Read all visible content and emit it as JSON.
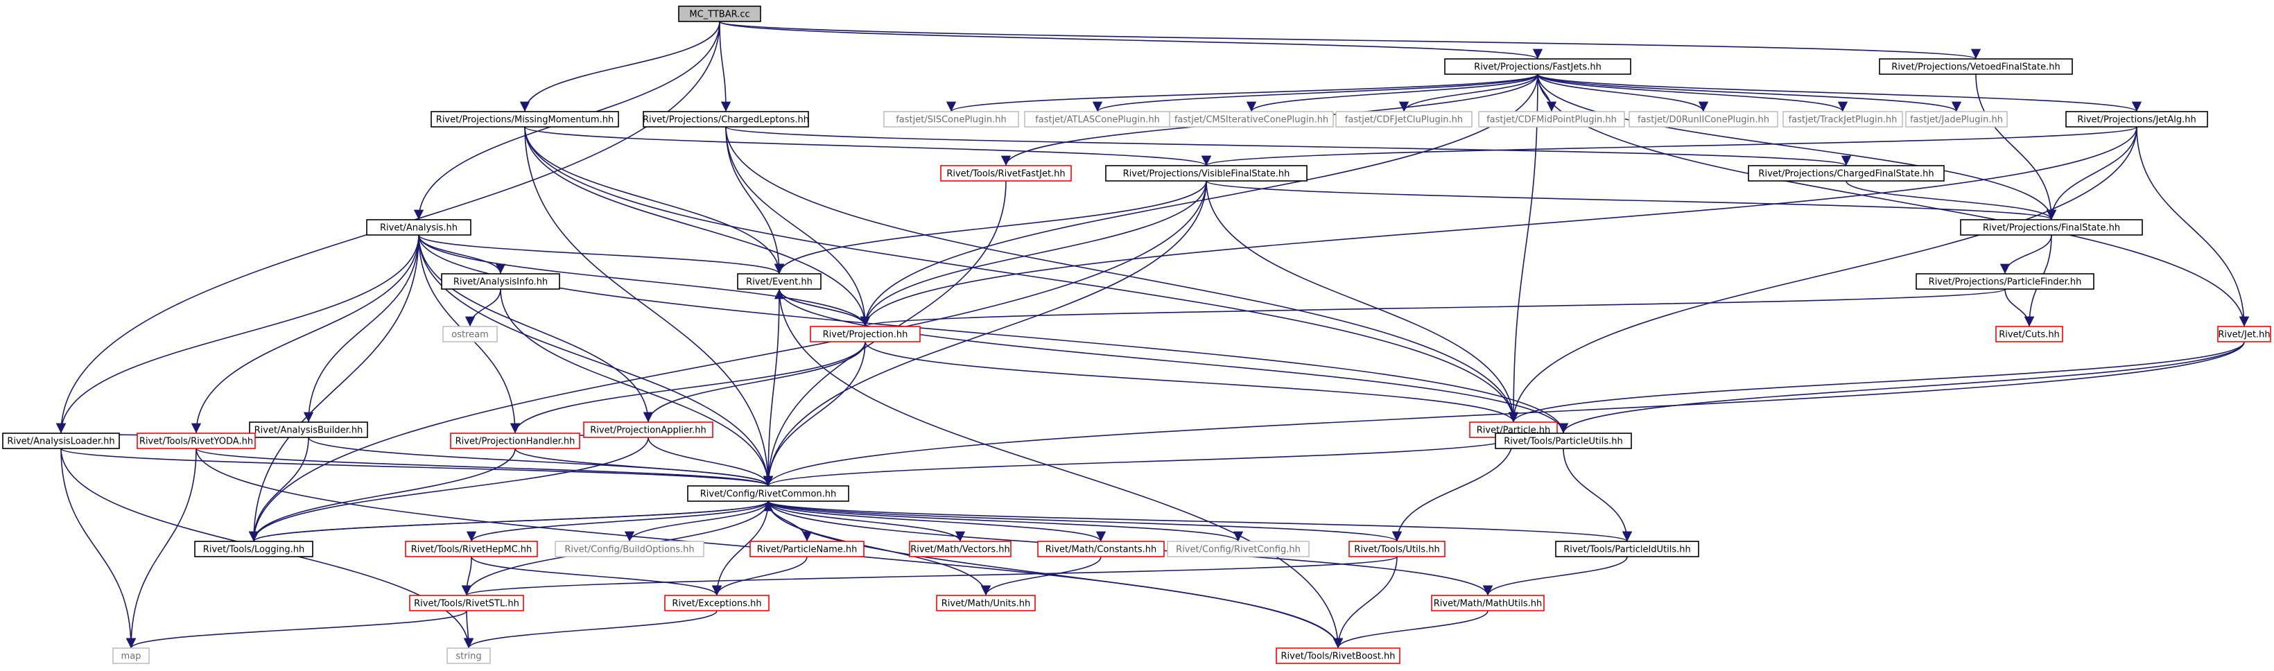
{
  "colors": {
    "edge": "#191970",
    "root_fill": "#bfbfbf",
    "documented": "#000000",
    "incomplete": "#ff0000",
    "system": "#bfbfbf"
  },
  "nodes": [
    {
      "id": "root",
      "label": "MC_TTBAR.cc",
      "kind": "root"
    },
    {
      "id": "fastjets",
      "label": "Rivet/Projections/FastJets.hh",
      "kind": "black"
    },
    {
      "id": "vetoed",
      "label": "Rivet/Projections/VetoedFinalState.hh",
      "kind": "black"
    },
    {
      "id": "missing",
      "label": "Rivet/Projections/MissingMomentum.hh",
      "kind": "black"
    },
    {
      "id": "charged",
      "label": "Rivet/Projections/ChargedLeptons.hh",
      "kind": "black"
    },
    {
      "id": "sis",
      "label": "fastjet/SISConePlugin.hh",
      "kind": "gray"
    },
    {
      "id": "atlas",
      "label": "fastjet/ATLASConePlugin.hh",
      "kind": "gray"
    },
    {
      "id": "cms",
      "label": "fastjet/CMSIterativeConePlugin.hh",
      "kind": "gray"
    },
    {
      "id": "cdfclu",
      "label": "fastjet/CDFJetCluPlugin.hh",
      "kind": "gray"
    },
    {
      "id": "cdfmid",
      "label": "fastjet/CDFMidPointPlugin.hh",
      "kind": "gray"
    },
    {
      "id": "d0",
      "label": "fastjet/D0RunIIConePlugin.hh",
      "kind": "gray"
    },
    {
      "id": "track",
      "label": "fastjet/TrackJetPlugin.hh",
      "kind": "gray"
    },
    {
      "id": "jade",
      "label": "fastjet/JadePlugin.hh",
      "kind": "gray"
    },
    {
      "id": "jetalg",
      "label": "Rivet/Projections/JetAlg.hh",
      "kind": "black"
    },
    {
      "id": "rivetfastjet",
      "label": "Rivet/Tools/RivetFastJet.hh",
      "kind": "red"
    },
    {
      "id": "visible",
      "label": "Rivet/Projections/VisibleFinalState.hh",
      "kind": "black"
    },
    {
      "id": "chargedfs",
      "label": "Rivet/Projections/ChargedFinalState.hh",
      "kind": "black"
    },
    {
      "id": "analysis",
      "label": "Rivet/Analysis.hh",
      "kind": "black"
    },
    {
      "id": "finalstate",
      "label": "Rivet/Projections/FinalState.hh",
      "kind": "black"
    },
    {
      "id": "analysisinfo",
      "label": "Rivet/AnalysisInfo.hh",
      "kind": "black"
    },
    {
      "id": "event",
      "label": "Rivet/Event.hh",
      "kind": "black"
    },
    {
      "id": "particlefinder",
      "label": "Rivet/Projections/ParticleFinder.hh",
      "kind": "black"
    },
    {
      "id": "ostream",
      "label": "ostream",
      "kind": "gray"
    },
    {
      "id": "projection",
      "label": "Rivet/Projection.hh",
      "kind": "red"
    },
    {
      "id": "cuts",
      "label": "Rivet/Cuts.hh",
      "kind": "red"
    },
    {
      "id": "jet",
      "label": "Rivet/Jet.hh",
      "kind": "red"
    },
    {
      "id": "analysisbuilder",
      "label": "Rivet/AnalysisBuilder.hh",
      "kind": "black"
    },
    {
      "id": "projapplier",
      "label": "Rivet/ProjectionApplier.hh",
      "kind": "red"
    },
    {
      "id": "particle",
      "label": "Rivet/Particle.hh",
      "kind": "red"
    },
    {
      "id": "analysisloader",
      "label": "Rivet/AnalysisLoader.hh",
      "kind": "black"
    },
    {
      "id": "rivetyoda",
      "label": "Rivet/Tools/RivetYODA.hh",
      "kind": "red"
    },
    {
      "id": "projhandler",
      "label": "Rivet/ProjectionHandler.hh",
      "kind": "red"
    },
    {
      "id": "particleutils",
      "label": "Rivet/Tools/ParticleUtils.hh",
      "kind": "black"
    },
    {
      "id": "rivetcommon",
      "label": "Rivet/Config/RivetCommon.hh",
      "kind": "black"
    },
    {
      "id": "logging",
      "label": "Rivet/Tools/Logging.hh",
      "kind": "black"
    },
    {
      "id": "rivethepmc",
      "label": "Rivet/Tools/RivetHepMC.hh",
      "kind": "red"
    },
    {
      "id": "buildoptions",
      "label": "Rivet/Config/BuildOptions.hh",
      "kind": "gray"
    },
    {
      "id": "particlename",
      "label": "Rivet/ParticleName.hh",
      "kind": "red"
    },
    {
      "id": "vectors",
      "label": "Rivet/Math/Vectors.hh",
      "kind": "red"
    },
    {
      "id": "constants",
      "label": "Rivet/Math/Constants.hh",
      "kind": "red"
    },
    {
      "id": "rivetconfig",
      "label": "Rivet/Config/RivetConfig.hh",
      "kind": "gray"
    },
    {
      "id": "utils",
      "label": "Rivet/Tools/Utils.hh",
      "kind": "red"
    },
    {
      "id": "particleidutils",
      "label": "Rivet/Tools/ParticleIdUtils.hh",
      "kind": "black"
    },
    {
      "id": "rivetstl",
      "label": "Rivet/Tools/RivetSTL.hh",
      "kind": "red"
    },
    {
      "id": "exceptions",
      "label": "Rivet/Exceptions.hh",
      "kind": "red"
    },
    {
      "id": "units",
      "label": "Rivet/Math/Units.hh",
      "kind": "red"
    },
    {
      "id": "mathutils",
      "label": "Rivet/Math/MathUtils.hh",
      "kind": "red"
    },
    {
      "id": "map",
      "label": "map",
      "kind": "gray"
    },
    {
      "id": "string",
      "label": "string",
      "kind": "gray"
    },
    {
      "id": "rivetboost",
      "label": "Rivet/Tools/RivetBoost.hh",
      "kind": "red"
    }
  ],
  "edges": [
    [
      "root",
      "fastjets"
    ],
    [
      "root",
      "vetoed"
    ],
    [
      "root",
      "missing"
    ],
    [
      "root",
      "charged"
    ],
    [
      "root",
      "analysis"
    ],
    [
      "root",
      "analysisloader"
    ],
    [
      "fastjets",
      "sis"
    ],
    [
      "fastjets",
      "atlas"
    ],
    [
      "fastjets",
      "cms"
    ],
    [
      "fastjets",
      "cdfclu"
    ],
    [
      "fastjets",
      "cdfmid"
    ],
    [
      "fastjets",
      "d0"
    ],
    [
      "fastjets",
      "track"
    ],
    [
      "fastjets",
      "jade"
    ],
    [
      "fastjets",
      "jetalg"
    ],
    [
      "fastjets",
      "rivetfastjet"
    ],
    [
      "fastjets",
      "finalstate"
    ],
    [
      "fastjets",
      "projection"
    ],
    [
      "fastjets",
      "jet"
    ],
    [
      "fastjets",
      "particle"
    ],
    [
      "vetoed",
      "finalstate"
    ],
    [
      "missing",
      "visible"
    ],
    [
      "missing",
      "event"
    ],
    [
      "missing",
      "projection"
    ],
    [
      "missing",
      "rivetcommon"
    ],
    [
      "missing",
      "particle"
    ],
    [
      "charged",
      "chargedfs"
    ],
    [
      "charged",
      "event"
    ],
    [
      "charged",
      "projection"
    ],
    [
      "charged",
      "particle"
    ],
    [
      "jetalg",
      "visible"
    ],
    [
      "jetalg",
      "finalstate"
    ],
    [
      "jetalg",
      "jet"
    ],
    [
      "jetalg",
      "particle"
    ],
    [
      "jetalg",
      "projection"
    ],
    [
      "rivetfastjet",
      "rivetcommon"
    ],
    [
      "visible",
      "finalstate"
    ],
    [
      "visible",
      "event"
    ],
    [
      "visible",
      "projection"
    ],
    [
      "visible",
      "rivetcommon"
    ],
    [
      "visible",
      "particle"
    ],
    [
      "visible",
      "logging"
    ],
    [
      "chargedfs",
      "finalstate"
    ],
    [
      "finalstate",
      "particlefinder"
    ],
    [
      "finalstate",
      "cuts"
    ],
    [
      "particlefinder",
      "projection"
    ],
    [
      "particlefinder",
      "cuts"
    ],
    [
      "analysis",
      "analysisinfo"
    ],
    [
      "analysis",
      "event"
    ],
    [
      "analysis",
      "projection"
    ],
    [
      "analysis",
      "analysisbuilder"
    ],
    [
      "analysis",
      "projapplier"
    ],
    [
      "analysis",
      "analysisloader"
    ],
    [
      "analysis",
      "rivetyoda"
    ],
    [
      "analysis",
      "projhandler"
    ],
    [
      "analysis",
      "rivetcommon"
    ],
    [
      "analysis",
      "logging"
    ],
    [
      "analysis",
      "particleutils"
    ],
    [
      "analysisinfo",
      "ostream"
    ],
    [
      "analysisinfo",
      "rivetcommon"
    ],
    [
      "event",
      "projection"
    ],
    [
      "event",
      "rivetcommon"
    ],
    [
      "event",
      "particleutils"
    ],
    [
      "projection",
      "event"
    ],
    [
      "projection",
      "projapplier"
    ],
    [
      "projection",
      "projhandler"
    ],
    [
      "projection",
      "rivetcommon"
    ],
    [
      "projection",
      "particle"
    ],
    [
      "jet",
      "particle"
    ],
    [
      "jet",
      "particleutils"
    ],
    [
      "jet",
      "rivetcommon"
    ],
    [
      "analysisbuilder",
      "analysisloader"
    ],
    [
      "analysisbuilder",
      "logging"
    ],
    [
      "analysisbuilder",
      "rivetcommon"
    ],
    [
      "projapplier",
      "projhandler"
    ],
    [
      "projapplier",
      "rivetcommon"
    ],
    [
      "projapplier",
      "logging"
    ],
    [
      "particle",
      "particleutils"
    ],
    [
      "particle",
      "rivetcommon"
    ],
    [
      "particle",
      "utils"
    ],
    [
      "particleutils",
      "particle"
    ],
    [
      "particleutils",
      "particleidutils"
    ],
    [
      "analysisloader",
      "rivetcommon"
    ],
    [
      "analysisloader",
      "map"
    ],
    [
      "analysisloader",
      "string"
    ],
    [
      "rivetyoda",
      "rivetcommon"
    ],
    [
      "rivetyoda",
      "map"
    ],
    [
      "rivetyoda",
      "rivetboost"
    ],
    [
      "projhandler",
      "rivetcommon"
    ],
    [
      "projhandler",
      "logging"
    ],
    [
      "rivetcommon",
      "logging"
    ],
    [
      "rivetcommon",
      "rivethepmc"
    ],
    [
      "rivetcommon",
      "buildoptions"
    ],
    [
      "rivetcommon",
      "particlename"
    ],
    [
      "rivetcommon",
      "vectors"
    ],
    [
      "rivetcommon",
      "constants"
    ],
    [
      "rivetcommon",
      "rivetconfig"
    ],
    [
      "rivetcommon",
      "utils"
    ],
    [
      "rivetcommon",
      "particleidutils"
    ],
    [
      "rivetcommon",
      "rivetstl"
    ],
    [
      "rivetcommon",
      "exceptions"
    ],
    [
      "rivetcommon",
      "units"
    ],
    [
      "rivetcommon",
      "mathutils"
    ],
    [
      "rivetcommon",
      "rivetboost"
    ],
    [
      "logging",
      "rivetcommon"
    ],
    [
      "rivethepmc",
      "rivetstl"
    ],
    [
      "rivethepmc",
      "exceptions"
    ],
    [
      "particlename",
      "exceptions"
    ],
    [
      "constants",
      "units"
    ],
    [
      "utils",
      "rivetstl"
    ],
    [
      "utils",
      "rivetboost"
    ],
    [
      "particleidutils",
      "mathutils"
    ],
    [
      "mathutils",
      "rivetboost"
    ],
    [
      "rivetstl",
      "map"
    ],
    [
      "rivetstl",
      "string"
    ],
    [
      "exceptions",
      "string"
    ],
    [
      "event",
      "rivetboost"
    ]
  ]
}
